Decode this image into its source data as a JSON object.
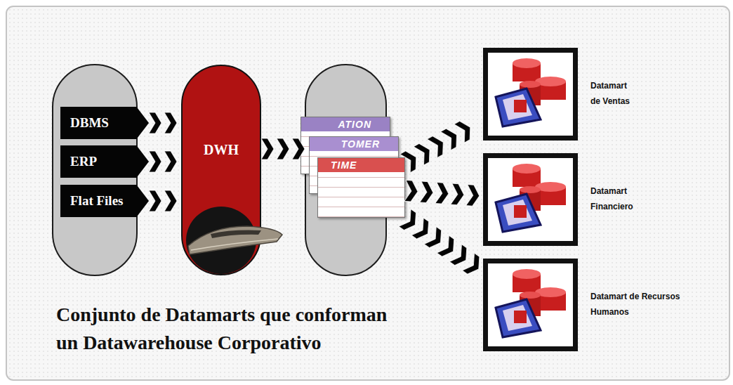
{
  "diagram": {
    "caption": "Conjunto de Datamarts que conforman un Datawarehouse Corporativo",
    "nodes": [
      {
        "text": [
          "DBMS"
        ]
      },
      {
        "text": [
          "ERP"
        ]
      },
      {
        "text": [
          "Flat Files"
        ]
      },
      {
        "text": [
          "DWH"
        ]
      },
      {
        "text": [
          "ATION"
        ]
      },
      {
        "text": [
          "TOMER"
        ]
      },
      {
        "text": [
          "TIME"
        ]
      },
      {
        "text": [
          "Datamart de Ventas"
        ]
      },
      {
        "text": [
          "Datamart Financiero"
        ]
      },
      {
        "text": [
          "Datamart de Recursos Humanos"
        ]
      }
    ],
    "edges": [
      {
        "from": 0,
        "to": 3,
        "arrow": "to"
      },
      {
        "from": 1,
        "to": 3,
        "arrow": "to"
      },
      {
        "from": 2,
        "to": 3,
        "arrow": "to"
      },
      {
        "from": 3,
        "to": 5,
        "arrow": "to"
      },
      {
        "from": 6,
        "to": 7,
        "arrow": "to"
      },
      {
        "from": 6,
        "to": 8,
        "arrow": "to"
      },
      {
        "from": 6,
        "to": 9,
        "arrow": "to"
      }
    ]
  }
}
